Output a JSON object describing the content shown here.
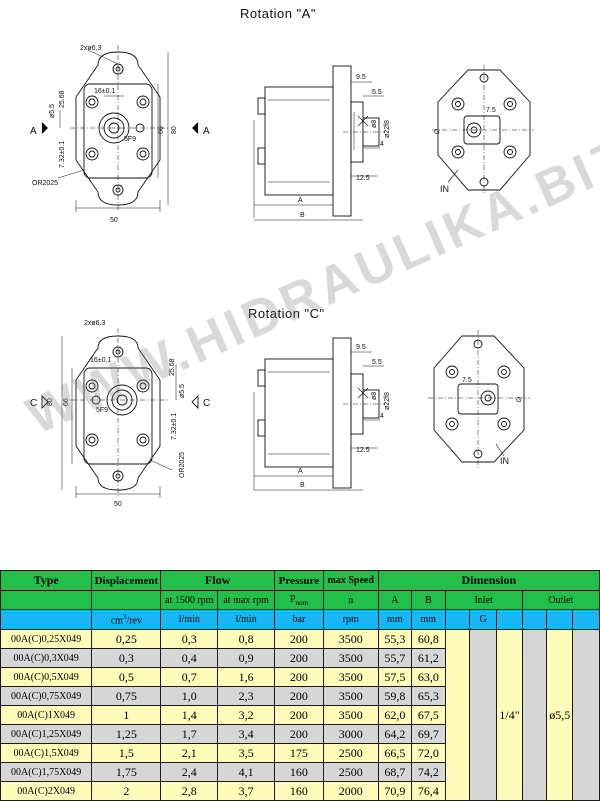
{
  "drawing_a": {
    "title": "Rotation \"A\"",
    "front": {
      "holes": "2xø6.3",
      "d1": "16±0.1",
      "sf": "5F9",
      "d55": "ø5.5",
      "h1": "25.68",
      "tol": "7.32±0.1",
      "h66": "66",
      "h80": "80",
      "w50": "50",
      "ring": "OR2025",
      "rot": "A"
    },
    "side": {
      "d95": "9.5",
      "d55": "5.5",
      "d8": "ø8",
      "d22": "ø22f8",
      "d4": "4",
      "d125": "12.5",
      "a": "A",
      "b": "B"
    },
    "rear": {
      "g": "G",
      "d75": "7.5",
      "in": "IN"
    }
  },
  "drawing_c": {
    "title": "Rotation \"C\"",
    "front": {
      "holes": "2xø6.3",
      "d1": "16±0.1",
      "sf": "5F9",
      "d55": "ø5.5",
      "h1": "25.68",
      "tol": "7.32±0.1",
      "h66": "66",
      "h80": "80",
      "w50": "50",
      "ring": "OR2025",
      "rot": "C"
    },
    "side": {
      "d95": "9.5",
      "d55": "5.5",
      "d8": "ø8",
      "d22": "ø22f8",
      "d4": "4",
      "d125": "12.5",
      "a": "A",
      "b": "B"
    },
    "rear": {
      "g": "G",
      "d75": "7.5",
      "in": "IN"
    }
  },
  "watermark": "WWW.HIDRAULIKA.BIZ",
  "table": {
    "h_type": "Type",
    "h_disp": "Displacement",
    "h_flow": "Flow",
    "h_press": "Pressure",
    "h_speed": "max Speed",
    "h_dim": "Dimension",
    "flow_1500": "at 1500 rpm",
    "flow_max": "at max rpm",
    "p_nom": "P",
    "p_nom_sub": "nom",
    "speed_n": "n",
    "dim_a": "A",
    "dim_b": "B",
    "inlet": "Inlet",
    "outlet": "Outlet",
    "u_disp": "cm",
    "u_disp_sup": "3",
    "u_disp_rest": "/rev",
    "u_flow1": "l/min",
    "u_flow2": "l/min",
    "u_press": "bar",
    "u_speed": "rpm",
    "u_a": "mm",
    "u_b": "mm",
    "u_g": "G",
    "inlet_val": "1/4\"",
    "outlet_val": "ø5,5",
    "rows": [
      {
        "type": "00A(C)0,25X049",
        "disp": "0,25",
        "f1": "0,3",
        "f2": "0,8",
        "p": "200",
        "n": "3500",
        "a": "55,3",
        "b": "60,8"
      },
      {
        "type": "00A(C)0,3X049",
        "disp": "0,3",
        "f1": "0,4",
        "f2": "0,9",
        "p": "200",
        "n": "3500",
        "a": "55,7",
        "b": "61,2"
      },
      {
        "type": "00A(C)0,5X049",
        "disp": "0,5",
        "f1": "0,7",
        "f2": "1,6",
        "p": "200",
        "n": "3500",
        "a": "57,5",
        "b": "63,0"
      },
      {
        "type": "00A(C)0,75X049",
        "disp": "0,75",
        "f1": "1,0",
        "f2": "2,3",
        "p": "200",
        "n": "3500",
        "a": "59,8",
        "b": "65,3"
      },
      {
        "type": "00A(C)1X049",
        "disp": "1",
        "f1": "1,4",
        "f2": "3,2",
        "p": "200",
        "n": "3500",
        "a": "62,0",
        "b": "67,5"
      },
      {
        "type": "00A(C)1,25X049",
        "disp": "1,25",
        "f1": "1,7",
        "f2": "3,4",
        "p": "200",
        "n": "3000",
        "a": "64,2",
        "b": "69,7"
      },
      {
        "type": "00A(C)1,5X049",
        "disp": "1,5",
        "f1": "2,1",
        "f2": "3,5",
        "p": "175",
        "n": "2500",
        "a": "66,5",
        "b": "72,0"
      },
      {
        "type": "00A(C)1,75X049",
        "disp": "1,75",
        "f1": "2,4",
        "f2": "4,1",
        "p": "160",
        "n": "2500",
        "a": "68,7",
        "b": "74,2"
      },
      {
        "type": "00A(C)2X049",
        "disp": "2",
        "f1": "2,8",
        "f2": "3,7",
        "p": "160",
        "n": "2000",
        "a": "70,9",
        "b": "76,4"
      }
    ]
  }
}
